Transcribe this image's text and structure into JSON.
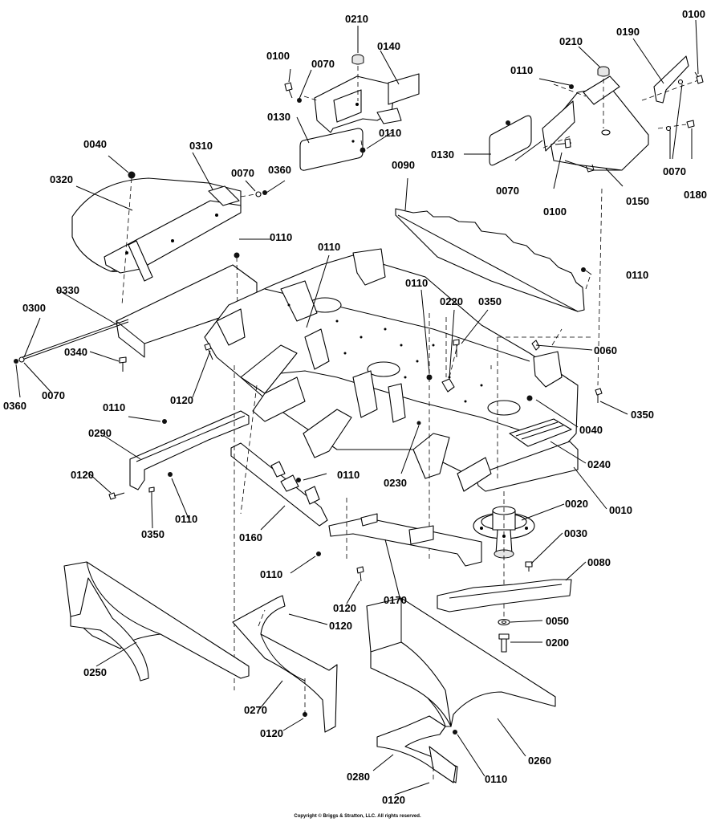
{
  "parts": {
    "p0100": "0100",
    "p0070": "0070",
    "p0210": "0210",
    "p0140": "0140",
    "p0130": "0130",
    "p0110": "0110",
    "p0190": "0190",
    "p0180": "0180",
    "p0150": "0150",
    "p0090": "0090",
    "p0040": "0040",
    "p0310": "0310",
    "p0320": "0320",
    "p0360": "0360",
    "p0330": "0330",
    "p0300": "0300",
    "p0340": "0340",
    "p0220": "0220",
    "p0350": "0350",
    "p0060": "0060",
    "p0120": "0120",
    "p0290": "0290",
    "p0230": "0230",
    "p0240": "0240",
    "p0010": "0010",
    "p0160": "0160",
    "p0020": "0020",
    "p0030": "0030",
    "p0080": "0080",
    "p0170": "0170",
    "p0050": "0050",
    "p0200": "0200",
    "p0250": "0250",
    "p0270": "0270",
    "p0260": "0260",
    "p0280": "0280"
  },
  "footer": {
    "copyright": "Copyright © Briggs & Stratton, LLC. All rights reserved."
  }
}
